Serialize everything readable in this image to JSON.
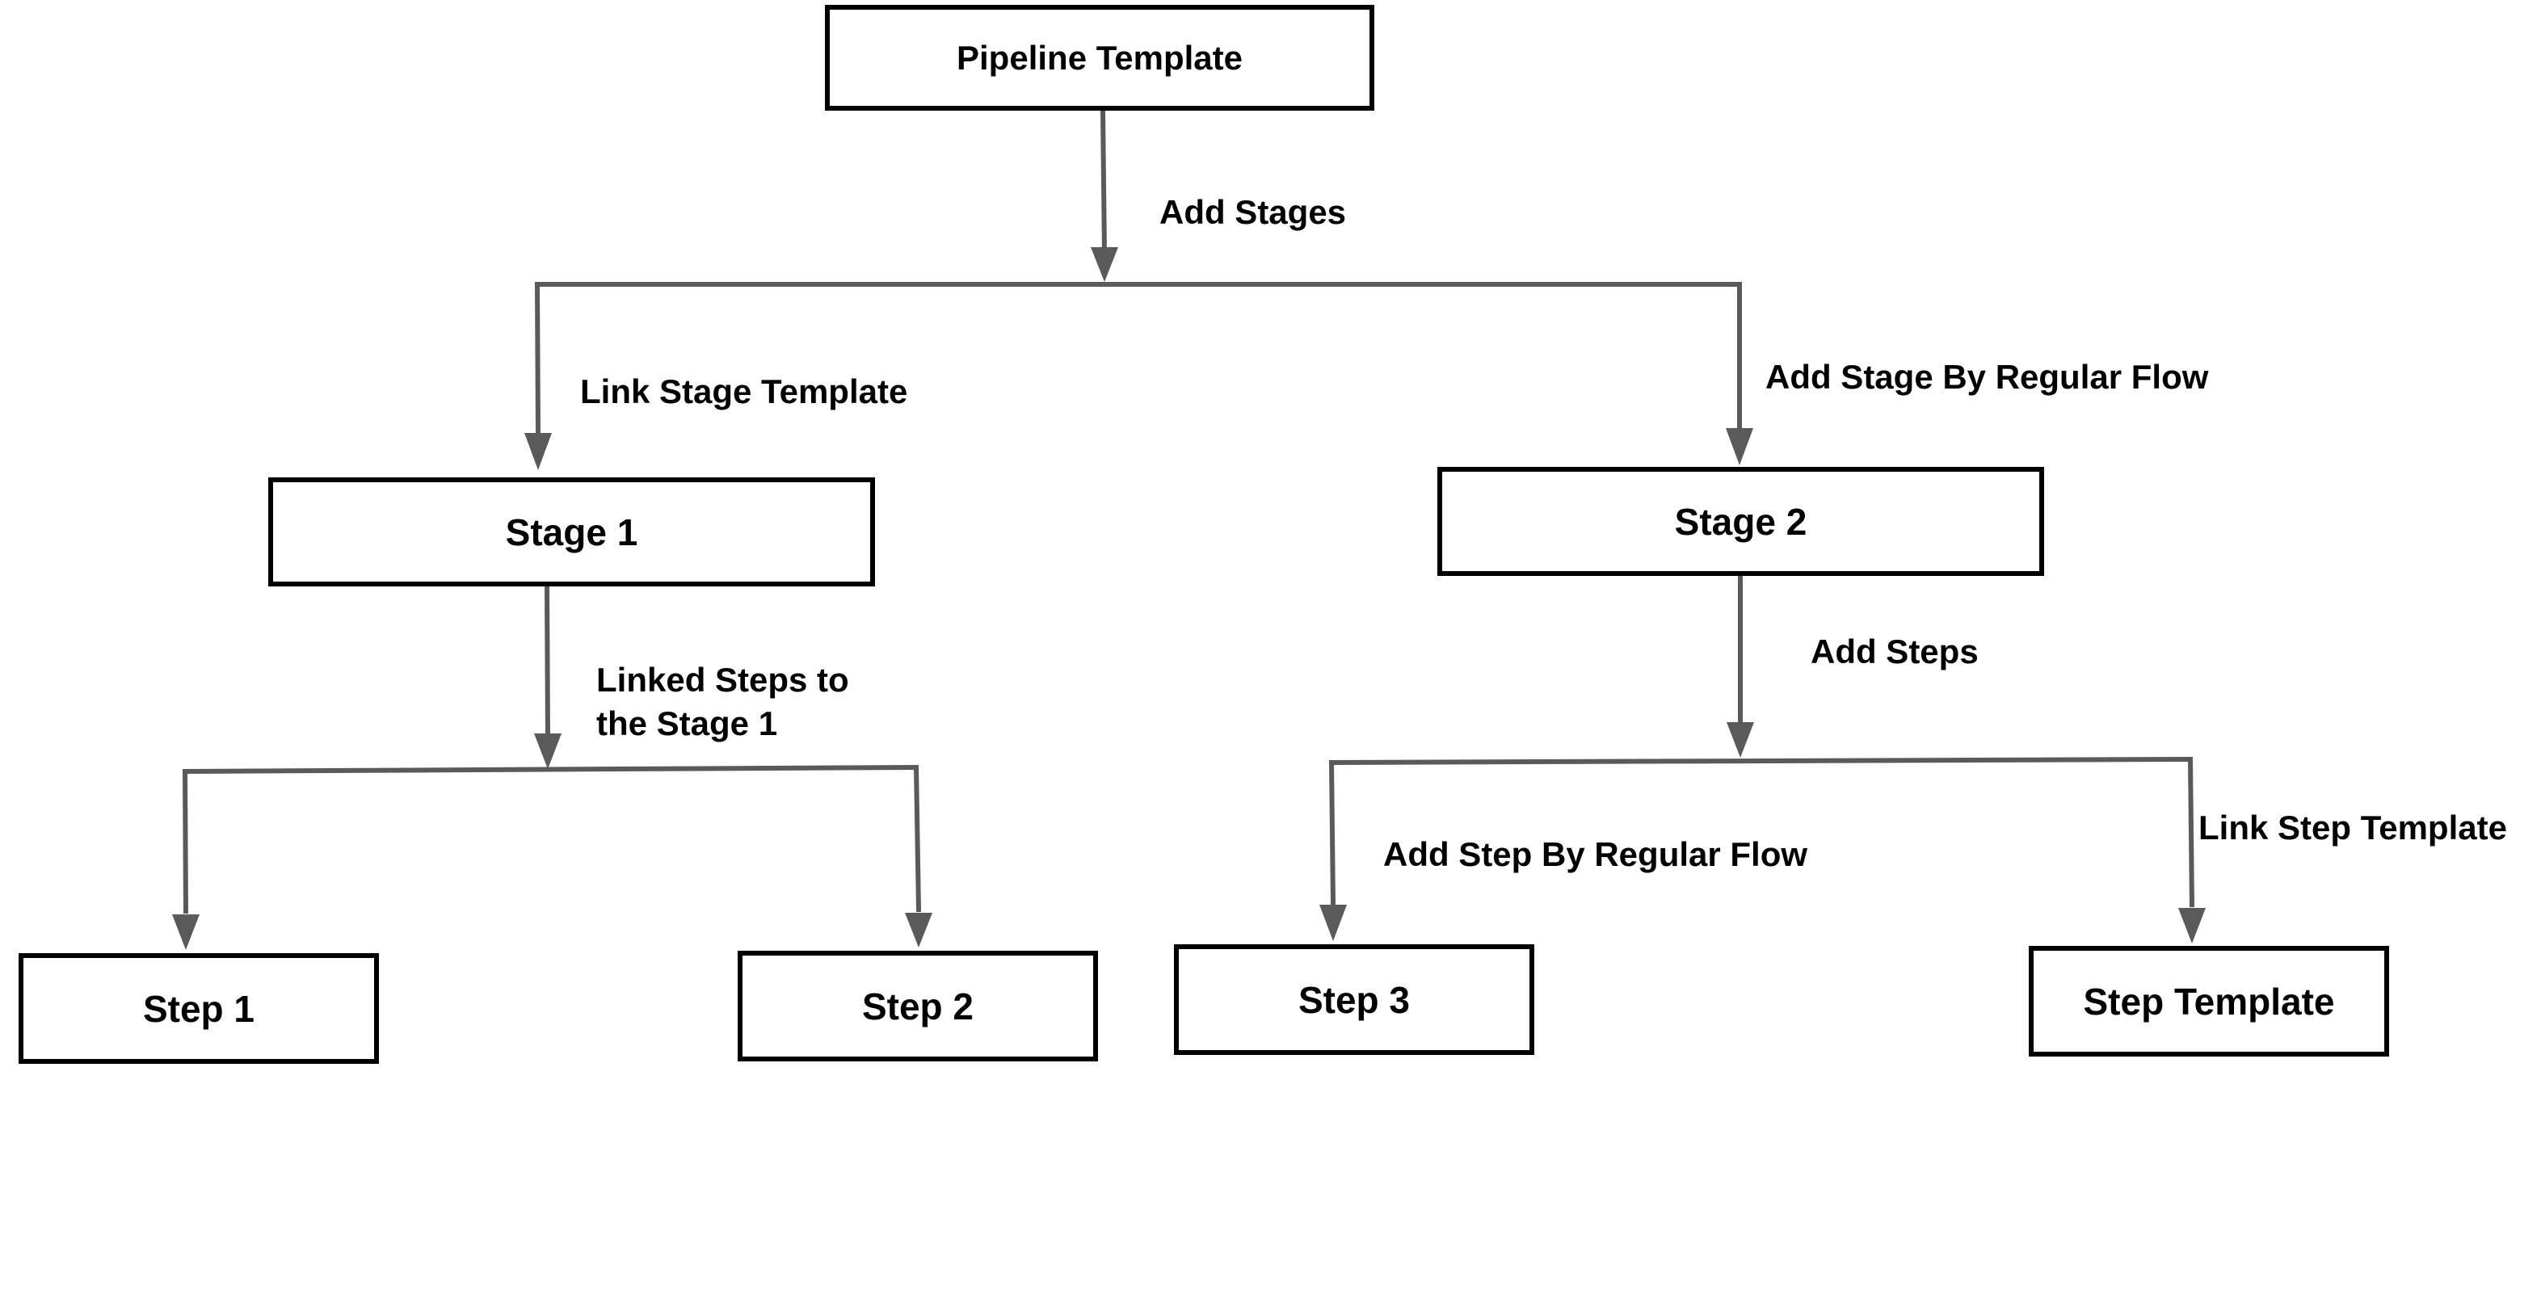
{
  "diagram": {
    "nodes": {
      "pipeline_template": "Pipeline Template",
      "stage1": "Stage 1",
      "stage2": "Stage 2",
      "step1": "Step 1",
      "step2": "Step 2",
      "step3": "Step 3",
      "step_template": "Step Template"
    },
    "edge_labels": {
      "add_stages": "Add Stages",
      "link_stage_template": "Link Stage Template",
      "add_stage_by_regular_flow": "Add Stage By Regular Flow",
      "linked_steps_to_stage1": "Linked Steps to the Stage 1",
      "add_steps": "Add Steps",
      "add_step_by_regular_flow": "Add Step By Regular Flow",
      "link_step_template": "Link Step Template"
    },
    "colors": {
      "connector": "#5a5a5a",
      "box_border": "#000000",
      "text": "#000000",
      "background": "#ffffff"
    }
  }
}
